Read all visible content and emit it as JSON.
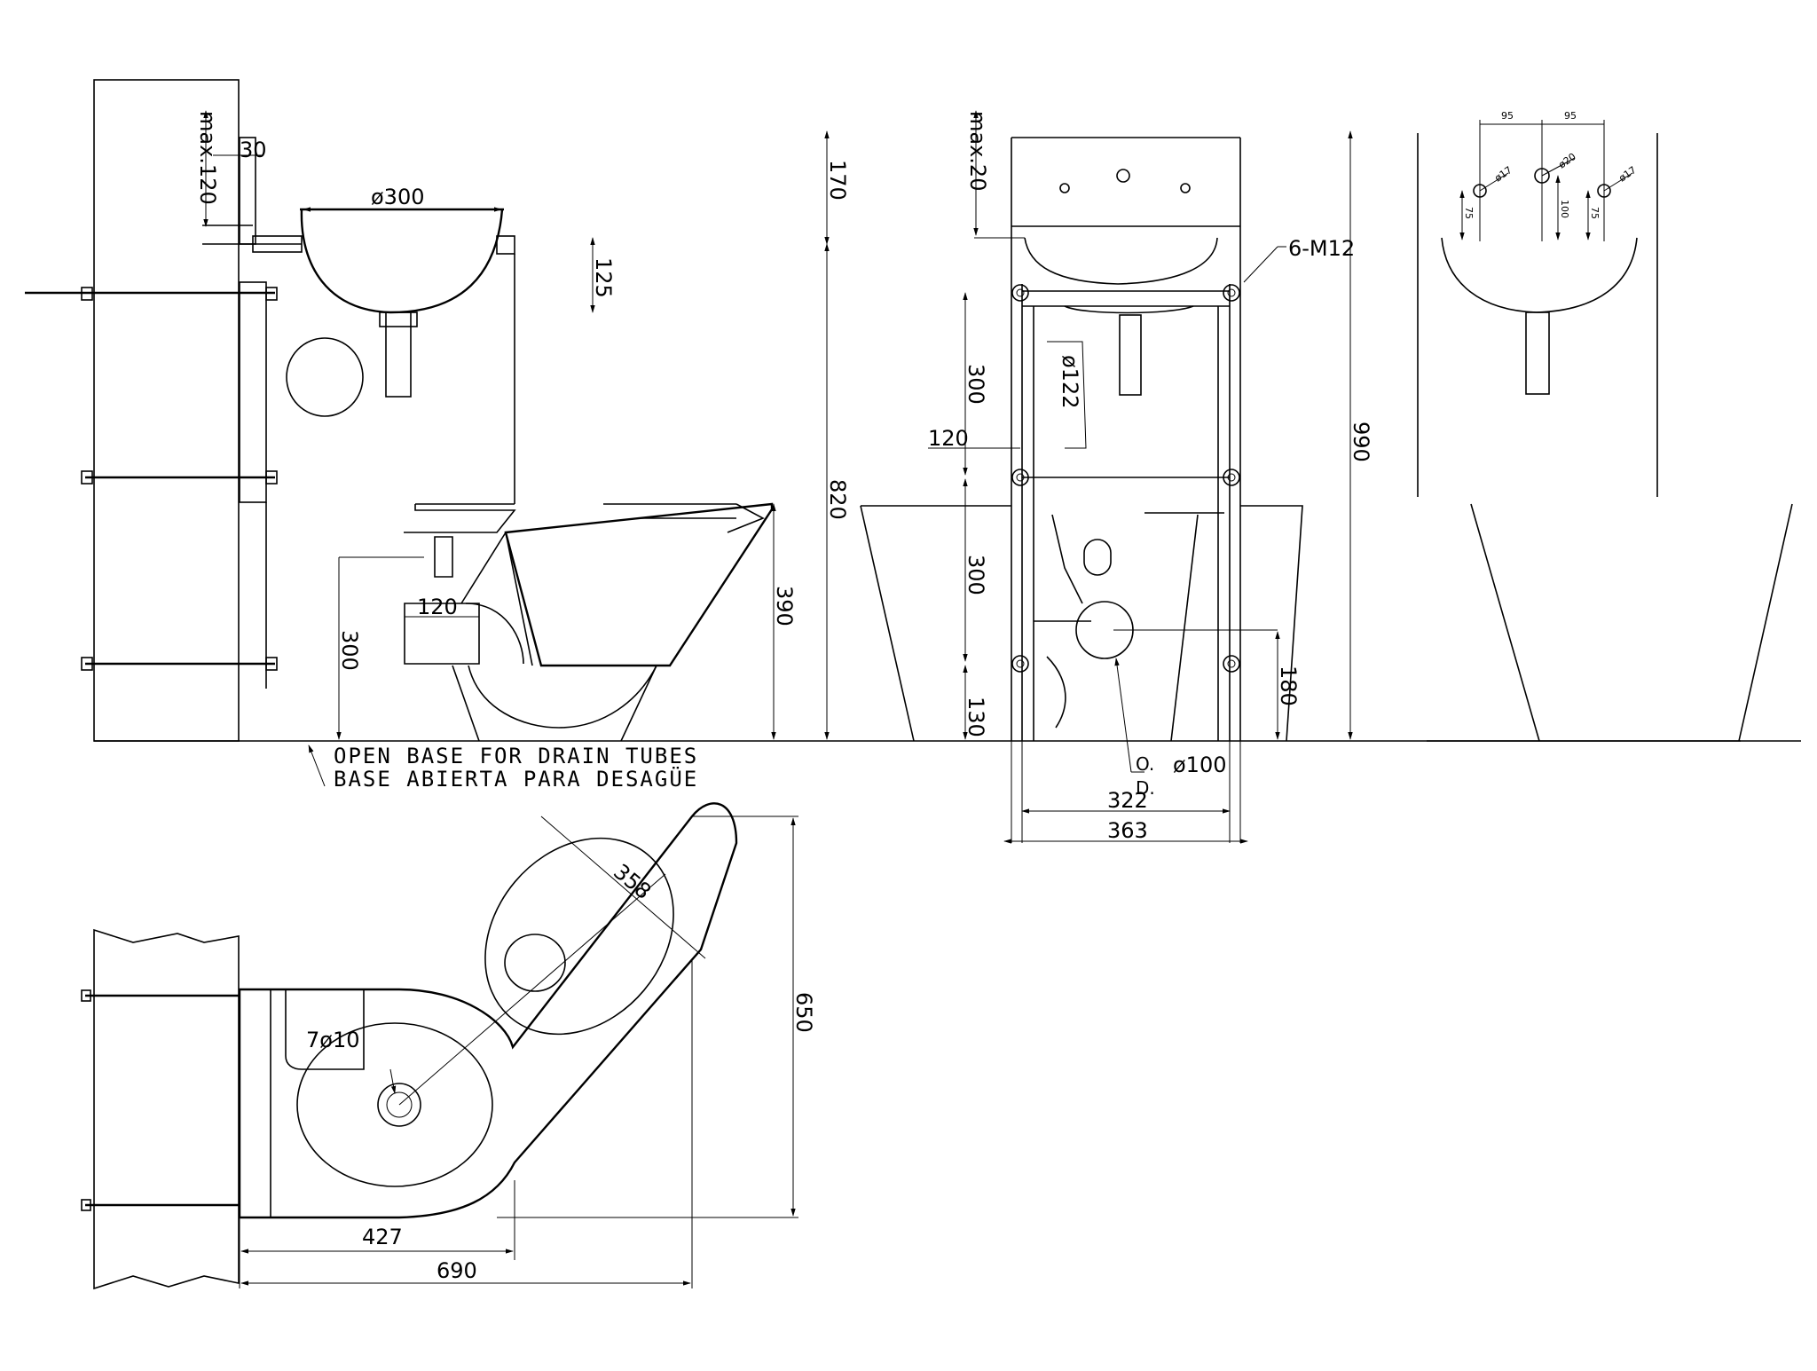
{
  "side_view": {
    "dims": {
      "max_offset": "max.120",
      "offset_30": "30",
      "basin_diameter": "ø300",
      "dim_125": "125",
      "dim_170": "170",
      "dim_820": "820",
      "dim_390": "390",
      "dim_300": "300",
      "dim_120": "120"
    }
  },
  "base_note": {
    "en": "OPEN BASE FOR DRAIN TUBES",
    "es": "BASE ABIERTA PARA DESAGÜE"
  },
  "front_view": {
    "dims": {
      "max20": "max.20",
      "bolts": "6-M12",
      "dim_300_upper": "300",
      "dim_122": "ø122",
      "dim_120": "120",
      "dim_990": "990",
      "dim_300_lower": "300",
      "dim_130": "130",
      "dim_180": "180",
      "od_o": "O.",
      "od_d": "D.",
      "pipe_diameter": "ø100",
      "width_322": "322",
      "width_363": "363"
    }
  },
  "detail_view": {
    "dims": {
      "spacing_left": "95",
      "spacing_right": "95",
      "hole_left": "ø17",
      "hole_mid": "ø20",
      "hole_right": "ø17",
      "depth_left": "75",
      "depth_mid": "100",
      "depth_right": "75"
    }
  },
  "plan_view": {
    "dims": {
      "dim_358": "358",
      "drain_holes": "7ø10",
      "dim_650": "650",
      "dim_427": "427",
      "dim_690": "690"
    }
  }
}
